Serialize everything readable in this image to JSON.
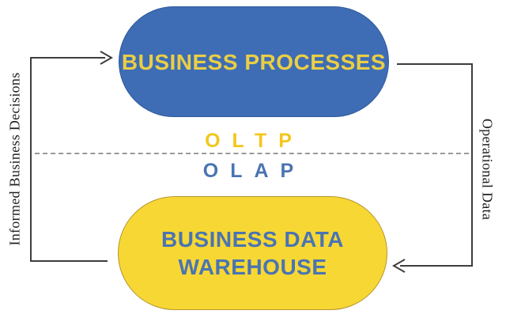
{
  "diagram": {
    "top_pill": {
      "label": "BUSINESS PROCESSES"
    },
    "bottom_pill": {
      "label_line1": "BUSINESS DATA",
      "label_line2": "WAREHOUSE"
    },
    "middle": {
      "upper_label": "OLTP",
      "lower_label": "OLAP"
    },
    "left_flow_label": "Informed Business Decisions",
    "right_flow_label": "Operational Data"
  },
  "colors": {
    "pill_blue": "#3e6db5",
    "pill_blue_border": "#30599c",
    "pill_yellow": "#f7d733",
    "pill_yellow_border": "#b5952f",
    "text_yellow": "#eace45",
    "oltp_yellow": "#f2c71c",
    "text_blue": "#4a74b2",
    "arrow": "#3d3d3d",
    "dash": "#999999",
    "label_text": "#1f1f1f"
  }
}
